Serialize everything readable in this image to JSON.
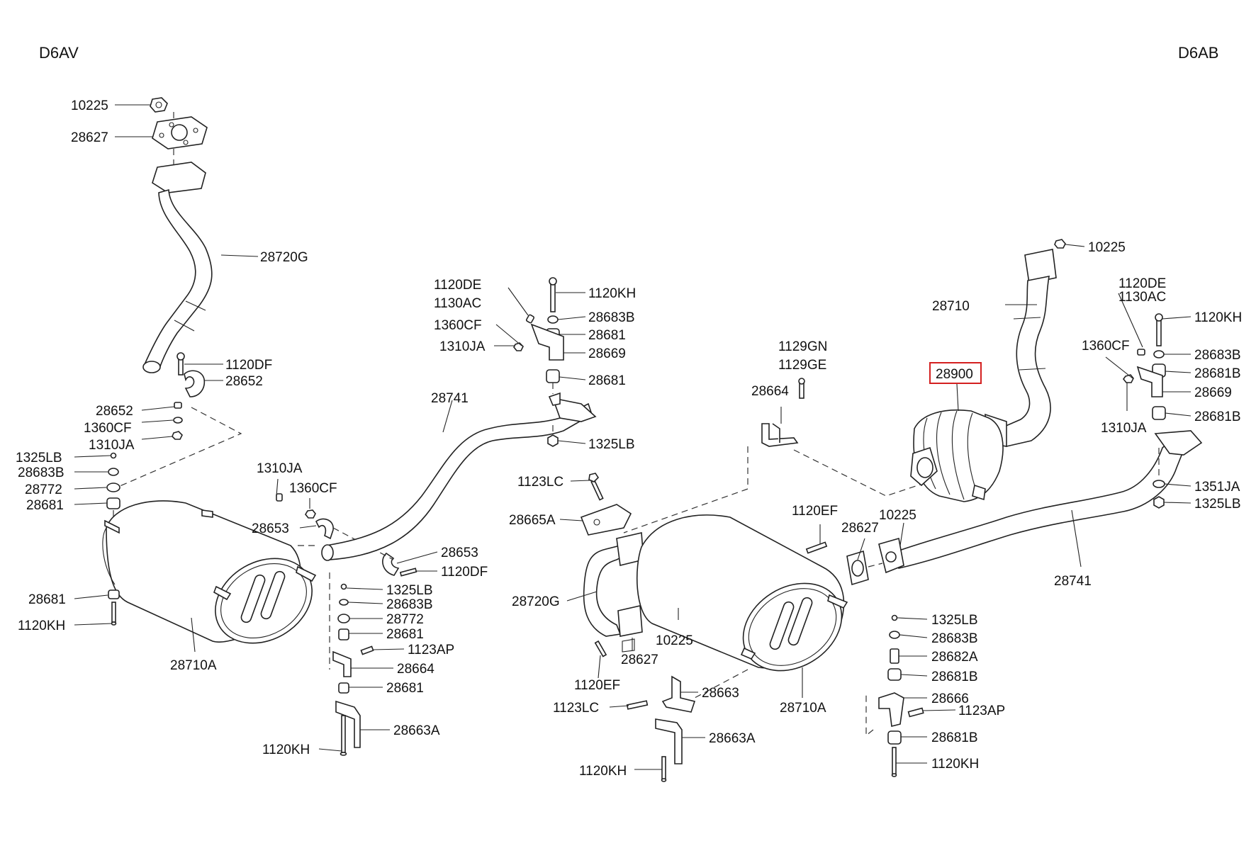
{
  "engines": {
    "left": "D6AV",
    "right": "D6AB"
  },
  "highlight": {
    "label": "28900",
    "color": "#d42020"
  },
  "labels": {
    "l_10225": "10225",
    "l_28627": "28627",
    "l_28720G": "28720G",
    "l_1120DF_a": "1120DF",
    "l_28652_a": "28652",
    "l_28652_b": "28652",
    "l_1360CF_a": "1360CF",
    "l_1310JA_a": "1310JA",
    "l_1325LB_a": "1325LB",
    "l_28683B_a": "28683B",
    "l_28772_a": "28772",
    "l_28681_a": "28681",
    "l_28681_b": "28681",
    "l_1120KH_a": "1120KH",
    "l_28710A_a": "28710A",
    "l_1310JA_b": "1310JA",
    "l_1360CF_b": "1360CF",
    "l_28653_a": "28653",
    "l_28653_b": "28653",
    "l_1120DF_b": "1120DF",
    "l_28741_a": "28741",
    "l_1120DE_a": "1120DE",
    "l_1130AC_a": "1130AC",
    "l_1120KH_b": "1120KH",
    "l_28683B_b": "28683B",
    "l_1360CF_c": "1360CF",
    "l_28681_c": "28681",
    "l_1310JA_c": "1310JA",
    "l_28669_a": "28669",
    "l_28681_d": "28681",
    "l_1325LB_b": "1325LB",
    "l_1325LB_c": "1325LB",
    "l_28683B_c": "28683B",
    "l_28772_b": "28772",
    "l_28681_e": "28681",
    "l_1123AP_a": "1123AP",
    "l_28664_a": "28664",
    "l_28681_f": "28681",
    "l_28663A_a": "28663A",
    "l_1120KH_c": "1120KH",
    "l_1129GN": "1129GN",
    "l_1129GE": "1129GE",
    "l_28664_b": "28664",
    "l_1123LC_a": "1123LC",
    "l_28665A": "28665A",
    "l_28720G_b": "28720G",
    "l_1120EF_a": "1120EF",
    "l_28627_b": "28627",
    "l_10225_c": "10225",
    "l_1120EF_b": "1120EF",
    "l_1123LC_b": "1123LC",
    "l_28663": "28663",
    "l_28663A_b": "28663A",
    "l_1120KH_d": "1120KH",
    "l_28710A_b": "28710A",
    "l_28627_c": "28627",
    "l_10225_d": "10225",
    "l_10225_b": "10225",
    "l_28710": "28710",
    "l_28900": "28900",
    "l_1120DE_b": "1120DE",
    "l_1130AC_b": "1130AC",
    "l_1120KH_e": "1120KH",
    "l_1360CF_d": "1360CF",
    "l_28683B_d": "28683B",
    "l_28681B_a": "28681B",
    "l_28669_b": "28669",
    "l_1310JA_d": "1310JA",
    "l_28681B_b": "28681B",
    "l_1351JA": "1351JA",
    "l_1325LB_d": "1325LB",
    "l_28741_b": "28741",
    "l_1325LB_e": "1325LB",
    "l_28683B_e": "28683B",
    "l_28682A": "28682A",
    "l_28681B_c": "28681B",
    "l_28666": "28666",
    "l_1123AP_b": "1123AP",
    "l_28681B_d": "28681B",
    "l_1120KH_f": "1120KH"
  }
}
